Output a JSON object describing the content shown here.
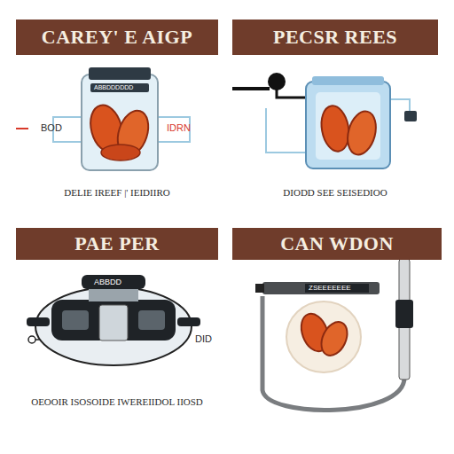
{
  "diagram": {
    "nodes": [
      {
        "text": [
          "CAREY' E AIGP",
          "DELIE IREEF |' IEIDIIRO"
        ]
      },
      {
        "text": [
          "PECSR REES",
          "DIODD SEE SEISEDIOO"
        ]
      },
      {
        "text": [
          "PAE PER",
          "OEOOIR ISOSOIDE IWEREIIDOL IIOSD"
        ]
      },
      {
        "text": [
          "CAN WDON"
        ]
      }
    ],
    "labels": [
      "ABBDDDDDD",
      "BOD",
      "IDRN",
      "ABBDD",
      "DID",
      "ZSEEEEEEE"
    ]
  }
}
